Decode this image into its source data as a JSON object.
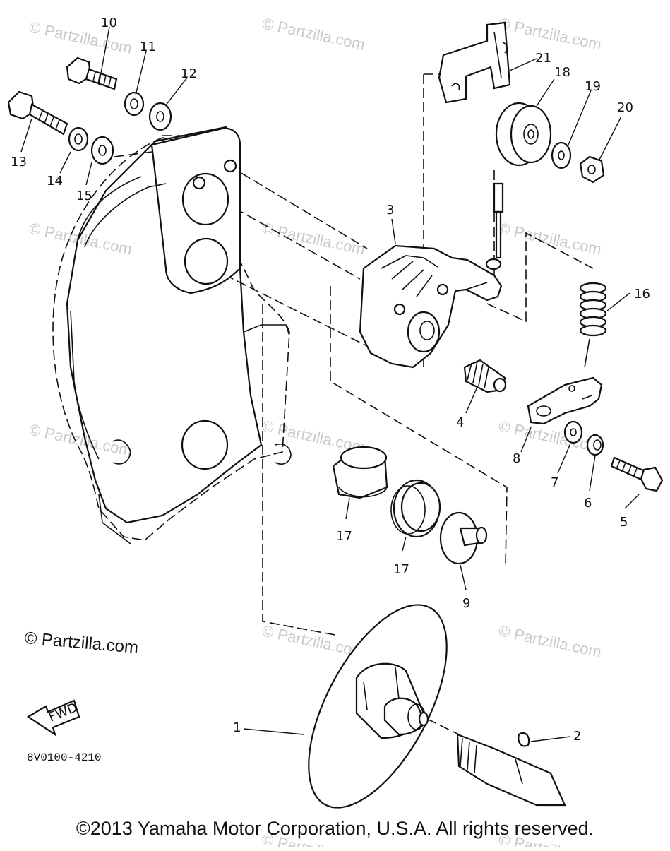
{
  "watermark": "© Partzilla.com",
  "credit": "© Partzilla.com",
  "drawing_code": "8V0100-4210",
  "fwd_label": "FWD",
  "copyright": "©2013 Yamaha Motor Corporation, U.S.A. All rights reserved.",
  "callouts": {
    "p1": "1",
    "p2": "2",
    "p3": "3",
    "p4": "4",
    "p5": "5",
    "p6": "6",
    "p7": "7",
    "p8": "8",
    "p9": "9",
    "p10": "10",
    "p11": "11",
    "p12": "12",
    "p13": "13",
    "p14": "14",
    "p15": "15",
    "p16": "16",
    "p17a": "17",
    "p17b": "17",
    "p18": "18",
    "p19": "19",
    "p20": "20",
    "p21": "21"
  }
}
